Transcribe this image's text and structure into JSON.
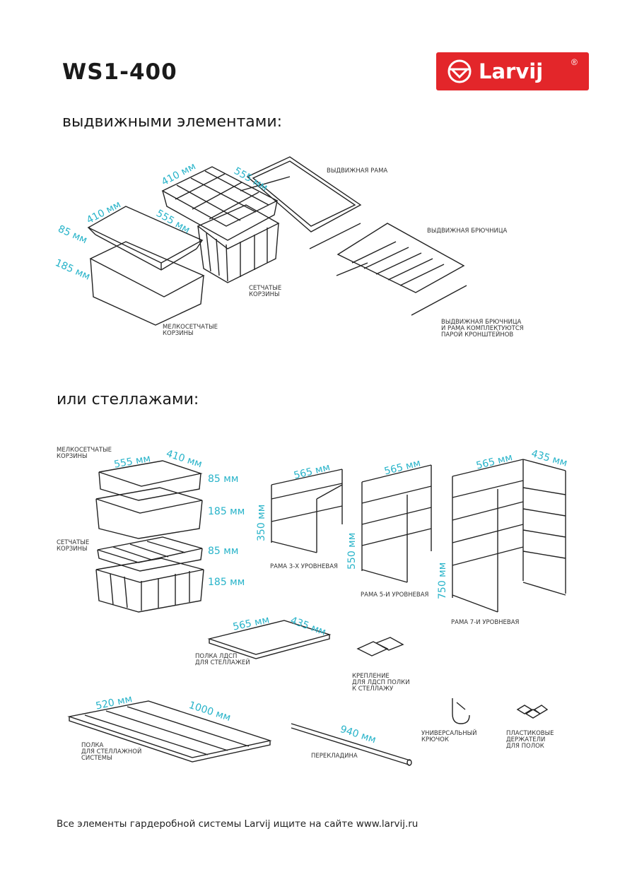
{
  "header": {
    "model": "WS1-400",
    "brand": "Larvij",
    "reg": "®"
  },
  "section1": {
    "title": "выдвижными элементами:",
    "labels": {
      "frame": "ВЫДВИЖНАЯ РАМА",
      "trousers": "ВЫДВИЖНАЯ БРЮЧНИЦА",
      "wire_baskets": "СЕТЧАТЫЕ\nКОРЗИНЫ",
      "fine_baskets": "МЕЛКОСЕТЧАТЫЕ\nКОРЗИНЫ",
      "note": "ВЫДВИЖНАЯ БРЮЧНИЦА\nИ РАМА КОМПЛЕКТУЮТСЯ\nПАРОЙ КРОНШТЕЙНОВ"
    },
    "dims": {
      "w410a": "410 мм",
      "d555a": "555 мм",
      "w410b": "410 мм",
      "d555b": "555 мм",
      "h85": "85 мм",
      "h185": "185 мм"
    }
  },
  "section2": {
    "title": "или стеллажами:",
    "labels": {
      "fine_baskets": "МЕЛКОСЕТЧАТЫЕ\nКОРЗИНЫ",
      "wire_baskets": "СЕТЧАТЫЕ\nКОРЗИНЫ",
      "frame3": "РАМА 3-Х УРОВНЕВАЯ",
      "frame5": "РАМА 5-И УРОВНЕВАЯ",
      "frame7": "РАМА 7-И УРОВНЕВАЯ",
      "chipboard_shelf": "ПОЛКА ЛДСП\nДЛЯ СТЕЛЛАЖЕЙ",
      "mount": "КРЕПЛЕНИЕ\nДЛЯ ЛДСП ПОЛКИ\nК СТЕЛЛАЖУ",
      "wire_shelf": "ПОЛКА\nДЛЯ СТЕЛЛАЖНОЙ\nСИСТЕМЫ",
      "bar": "ПЕРЕКЛАДИНА",
      "hook": "УНИВЕРСАЛЬНЫЙ\nКРЮЧОК",
      "holders": "ПЛАСТИКОВЫЕ\nДЕРЖАТЕЛИ\nДЛЯ ПОЛОК"
    },
    "dims": {
      "d555": "555 мм",
      "w410": "410 мм",
      "h85a": "85 мм",
      "h185a": "185 мм",
      "h85b": "85 мм",
      "h185b": "185 мм",
      "f565a": "565 мм",
      "f565b": "565 мм",
      "f565c": "565 мм",
      "f435": "435 мм",
      "h350": "350 мм",
      "h550": "550 мм",
      "h750": "750 мм",
      "s565": "565 мм",
      "s435": "435 мм",
      "w520": "520 мм",
      "l1000": "1000 мм",
      "b940": "940 мм"
    }
  },
  "footer": {
    "text": "Все элементы гардеробной системы Larvij ищите на сайте www.larvij.ru"
  },
  "colors": {
    "brand": "#e3262a",
    "dimension": "#27b3c9"
  }
}
